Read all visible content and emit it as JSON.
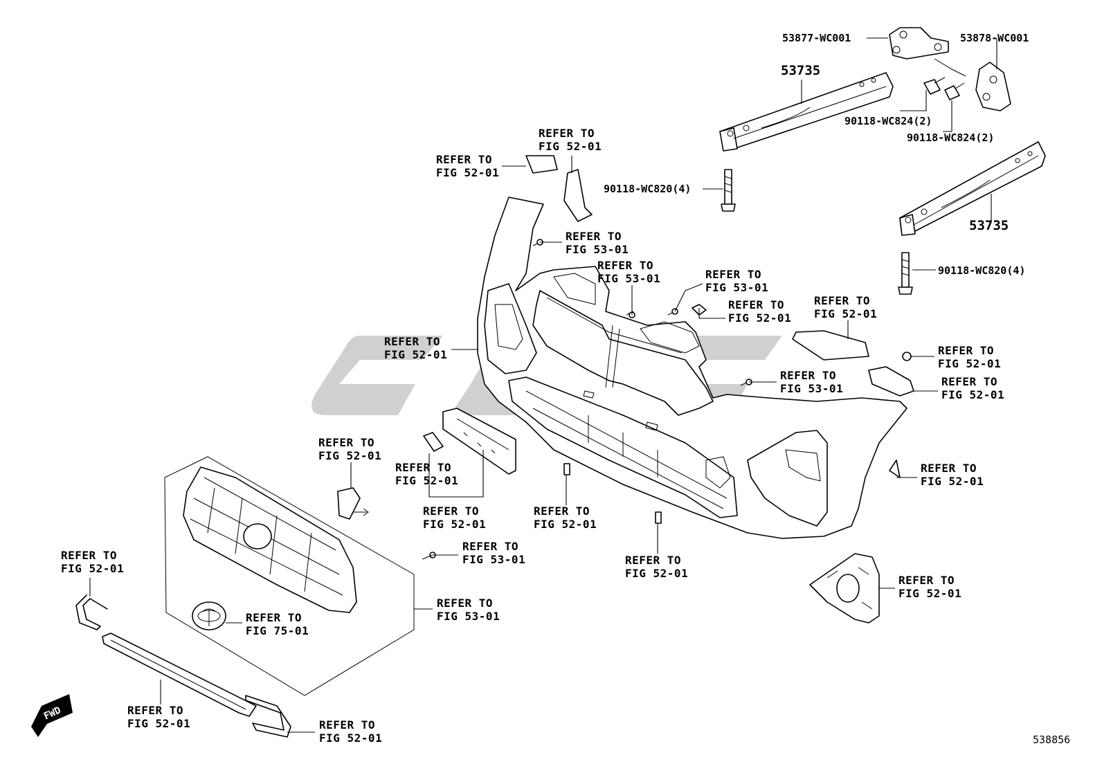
{
  "diagram_number": "538856",
  "fwd_badge": "FWD",
  "callouts": {
    "p53877": "53877-WC001",
    "p53878": "53878-WC001",
    "p53735_top": "53735",
    "p53735_right": "53735",
    "bolt824_a": "90118-WC824(2)",
    "bolt824_b": "90118-WC824(2)",
    "bolt820_left": "90118-WC820(4)",
    "bolt820_right": "90118-WC820(4)"
  },
  "refer_line1": "REFER TO",
  "refs": {
    "r1": "FIG 52-01",
    "r2": "FIG 52-01",
    "r3": "FIG 53-01",
    "r4": "FIG 53-01",
    "r5": "FIG 53-01",
    "r6": "FIG 52-01",
    "r7": "FIG 52-01",
    "r8": "FIG 52-01",
    "r9": "FIG 52-01",
    "r10": "FIG 53-01",
    "r11": "FIG 52-01",
    "r12": "FIG 52-01",
    "r13": "FIG 52-01",
    "r14": "FIG 52-01",
    "r15": "FIG 52-01",
    "r16": "FIG 52-01",
    "r17": "FIG 53-01",
    "r18": "FIG 52-01",
    "r19": "FIG 52-01",
    "r20": "FIG 53-01",
    "r21": "FIG 75-01",
    "r22": "FIG 52-01",
    "r23": "FIG 52-01",
    "r24": "FIG 52-01"
  }
}
